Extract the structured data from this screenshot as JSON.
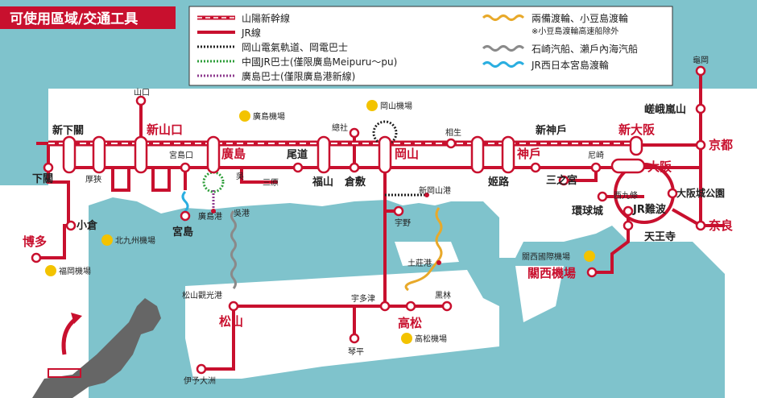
{
  "title": "可使用區域/交通工具",
  "legend": {
    "items": [
      {
        "label": "山陽新幹線"
      },
      {
        "label": "JR線"
      },
      {
        "label": "岡山電氣軌道、岡電巴士"
      },
      {
        "label": "中國JR巴士(僅限廣島Meipuru～pu)"
      },
      {
        "label": "廣島巴士(僅限廣島港新線)"
      },
      {
        "label": "兩備渡輪、小豆島渡輪"
      },
      {
        "label": "※小豆島渡輪高速船除外"
      },
      {
        "label": "石崎汽船、瀨戶內海汽船"
      },
      {
        "label": "JR西日本宮島渡輪"
      }
    ]
  },
  "colors": {
    "sea": "#7fc3cc",
    "land": "#ffffff",
    "rail": "#c8102e",
    "title_bg": "#c8102e",
    "ferry_orange": "#e8a92a",
    "ferry_gray": "#8a8a8a",
    "ferry_blue": "#2aaee0",
    "bus_green": "#2e9e3a",
    "bus_purple": "#8e3a8e"
  },
  "stations": [
    {
      "id": "shinshimonoseki",
      "label": "新下關"
    },
    {
      "id": "shinyamaguchi",
      "label": "新山口"
    },
    {
      "id": "yamaguchi",
      "label": "山口"
    },
    {
      "id": "shimonoseki",
      "label": "下關"
    },
    {
      "id": "atsusa",
      "label": "厚狹"
    },
    {
      "id": "miyajimaguchi",
      "label": "宮島口"
    },
    {
      "id": "hiroshima",
      "label": "廣島"
    },
    {
      "id": "onomichi",
      "label": "尾道"
    },
    {
      "id": "fukuyama",
      "label": "福山"
    },
    {
      "id": "kurashiki",
      "label": "倉敷"
    },
    {
      "id": "soja",
      "label": "總社"
    },
    {
      "id": "okayama",
      "label": "岡山"
    },
    {
      "id": "aioi",
      "label": "相生"
    },
    {
      "id": "himeji",
      "label": "姬路"
    },
    {
      "id": "shinkobe",
      "label": "新神戶"
    },
    {
      "id": "kobe",
      "label": "神戶"
    },
    {
      "id": "sannomiya",
      "label": "三之宮"
    },
    {
      "id": "shinosaka",
      "label": "新大阪"
    },
    {
      "id": "osaka",
      "label": "大阪"
    },
    {
      "id": "amagasaki",
      "label": "尼崎"
    },
    {
      "id": "kyoto",
      "label": "京都"
    },
    {
      "id": "kameoka",
      "label": "龜岡"
    },
    {
      "id": "sagaarashiyama",
      "label": "嵯峨嵐山"
    },
    {
      "id": "osakajokoen",
      "label": "大阪城公園"
    },
    {
      "id": "nishikujo",
      "label": "西九條"
    },
    {
      "id": "jrnamba",
      "label": "JR難波"
    },
    {
      "id": "tennoji",
      "label": "天王寺"
    },
    {
      "id": "nara",
      "label": "奈良"
    },
    {
      "id": "kankuyo",
      "label": "環球城"
    },
    {
      "id": "kansaiairport_stn",
      "label": "關西機場"
    },
    {
      "id": "kure",
      "label": "吳"
    },
    {
      "id": "mihara",
      "label": "三原"
    },
    {
      "id": "miyajima",
      "label": "宮島"
    },
    {
      "id": "hiroshimako",
      "label": "廣島港"
    },
    {
      "id": "kureko",
      "label": "吳港"
    },
    {
      "id": "shinokayamako",
      "label": "新岡山港"
    },
    {
      "id": "uno",
      "label": "宇野"
    },
    {
      "id": "tonosho",
      "label": "土莊港"
    },
    {
      "id": "takamatsu",
      "label": "高松"
    },
    {
      "id": "utazu",
      "label": "宇多津"
    },
    {
      "id": "kurobayashi",
      "label": "黒林"
    },
    {
      "id": "kotohira",
      "label": "琴平"
    },
    {
      "id": "matsuyama",
      "label": "松山"
    },
    {
      "id": "matsuyamakanko",
      "label": "松山觀光港"
    },
    {
      "id": "iyoozu",
      "label": "伊予大洲"
    },
    {
      "id": "kokura",
      "label": "小倉"
    },
    {
      "id": "hakata",
      "label": "博多"
    }
  ],
  "airports": [
    {
      "label": "廣島機場"
    },
    {
      "label": "岡山機場"
    },
    {
      "label": "北九州機場"
    },
    {
      "label": "福岡機場"
    },
    {
      "label": "高松機場"
    },
    {
      "label": "關西國際機場"
    }
  ]
}
